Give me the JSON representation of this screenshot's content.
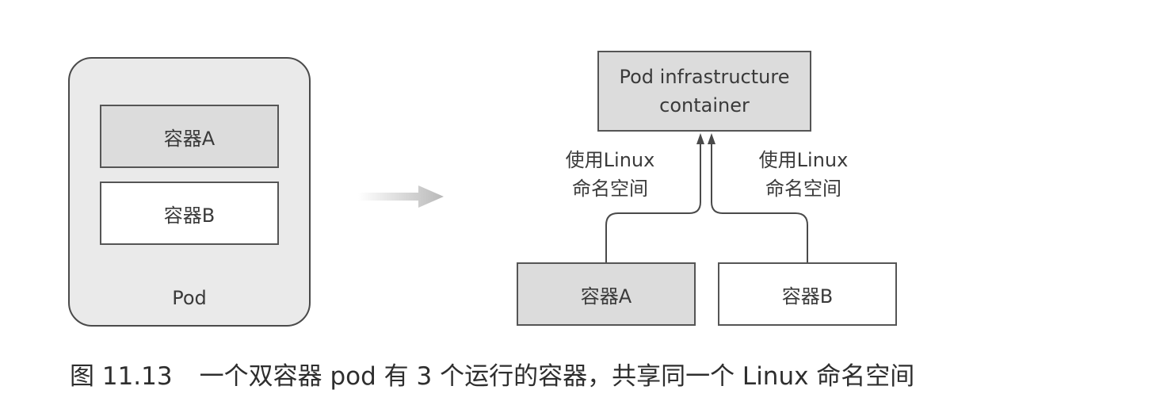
{
  "left": {
    "container_a": "容器A",
    "container_b": "容器B",
    "pod_label": "Pod"
  },
  "right": {
    "infra_line1": "Pod infrastructure",
    "infra_line2": "container",
    "ns_left_line1": "使用Linux",
    "ns_left_line2": "命名空间",
    "ns_right_line1": "使用Linux",
    "ns_right_line2": "命名空间",
    "container_a": "容器A",
    "container_b": "容器B"
  },
  "caption": {
    "number": "图 11.13",
    "text": "一个双容器 pod 有 3 个运行的容器，共享同一个 Linux 命名空间"
  },
  "colors": {
    "shaded_fill": "#dcdcdc",
    "pod_fill": "#eaeaea",
    "stroke": "#555555"
  }
}
